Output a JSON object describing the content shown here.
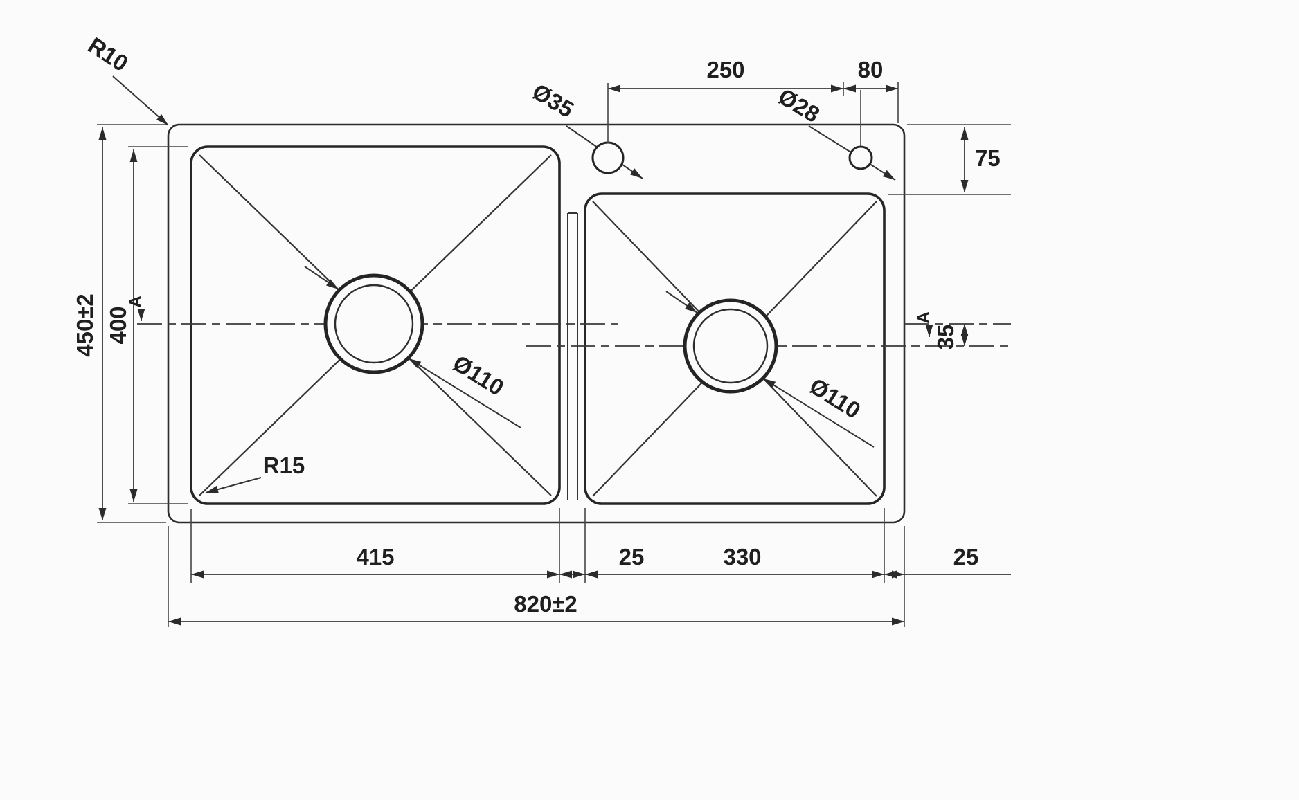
{
  "d": {
    "radius_labels": {
      "outer": "R10",
      "bowl": "R15"
    },
    "hole_labels": {
      "faucet_large": "Ø35",
      "faucet_small": "Ø28",
      "drain_left": "Ø110",
      "drain_right": "Ø110"
    },
    "dims": {
      "top_250": "250",
      "top_80": "80",
      "right_75": "75",
      "right_35": "35",
      "left_450": "450±2",
      "left_400": "400",
      "bottom_415": "415",
      "bottom_25_gap": "25",
      "bottom_330": "330",
      "bottom_25_edge": "25",
      "bottom_820": "820±2"
    },
    "sections": {
      "left": "A",
      "right": "A"
    },
    "colors": {
      "line": "#2d2d2d",
      "background": "#fbfbfb"
    }
  }
}
